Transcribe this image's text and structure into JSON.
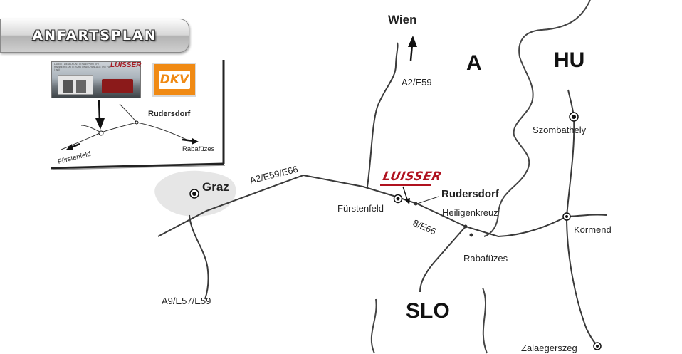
{
  "button": {
    "label": "ANFARTSPLAN"
  },
  "colors": {
    "road": "#3a3a3a",
    "border": "#444444",
    "city_area": "#e6e6e6",
    "brand_red": "#b0121f",
    "dkv_orange": "#f08a14"
  },
  "inset": {
    "header_text": "LAGER • DIESELKONT • TRANSPORT  KFZ • RADWERKSTÄTTE KURV • WASCHANLAGE  Tel. / Fax / mail",
    "brand": "LUISSER",
    "dkv_label": "DKV",
    "town_label": "Rudersdorf",
    "left_direction": "Fürstenfeld",
    "right_direction": "Rabafüzes"
  },
  "map": {
    "countries": {
      "austria": "A",
      "hungary": "HU",
      "slovenia": "SLO"
    },
    "cities": {
      "wien": "Wien",
      "graz": "Graz",
      "fuerstenfeld": "Fürstenfeld",
      "rudersdorf": "Rudersdorf",
      "heiligenkreuz": "Heiligenkreuz",
      "rabafuezes": "Rabafüzes",
      "szombathely": "Szombathely",
      "koermend": "Körmend",
      "zalaegerszeg": "Zalaegerszeg"
    },
    "roads": {
      "a2_e59_e66": "A2/E59/E66",
      "a2_e59": "A2/E59",
      "a9_e57_e59": "A9/E57/E59",
      "b8_e66": "8/E66"
    },
    "company_logo": "LUISSER"
  }
}
